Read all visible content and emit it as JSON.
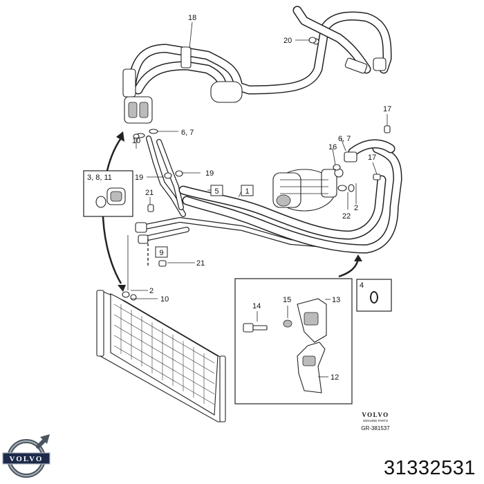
{
  "brand": {
    "logo_text": "VOLVO",
    "small_logo_text": "VOLVO",
    "small_logo_subtext": "GENUINE PARTS",
    "drawing_code": "GR-381537"
  },
  "part_number": "31332531",
  "callouts": {
    "c18": "18",
    "c20": "20",
    "c17a": "17",
    "c17b": "17",
    "c67a": "6, 7",
    "c67b": "6, 7",
    "c16": "16",
    "c10a": "10",
    "c10b": "10",
    "c19a": "19",
    "c19b": "19",
    "c21a": "21",
    "c21b": "21",
    "c2a": "2",
    "c2b": "2",
    "c22": "22",
    "c3811": "3, 8, 11",
    "c14": "14",
    "c15": "15",
    "c13": "13",
    "c12": "12",
    "c4": "4"
  },
  "boxed_labels": {
    "b5": "5",
    "b1": "1",
    "b9": "9"
  }
}
